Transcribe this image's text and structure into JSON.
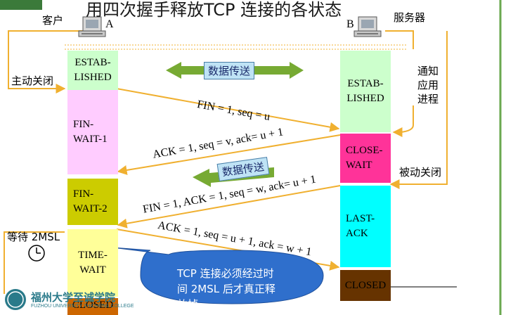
{
  "title": "用四次握手释放TCP 连接的各状态",
  "client": {
    "label": "客户",
    "host": "A"
  },
  "server": {
    "label": "服务器",
    "host": "B"
  },
  "side_labels": {
    "active_close": "主动关闭",
    "notify_app": [
      "通知",
      "应用",
      "进程"
    ],
    "passive_close": "被动关闭",
    "wait_2msl": "等待 2MSL"
  },
  "client_states": [
    {
      "lines": [
        "ESTAB-",
        "LISHED"
      ],
      "color": "#ccffcc"
    },
    {
      "lines": [
        "FIN-",
        "WAIT-1"
      ],
      "color": "#ffccff"
    },
    {
      "lines": [
        "FIN-",
        "WAIT-2"
      ],
      "color": "#cccc00"
    },
    {
      "lines": [
        "TIME-",
        "WAIT"
      ],
      "color": "#ffff99"
    },
    {
      "lines": [
        "CLOSED"
      ],
      "color": "#cc6600"
    }
  ],
  "server_states": [
    {
      "lines": [
        "ESTAB-",
        "LISHED"
      ],
      "color": "#ccffcc"
    },
    {
      "lines": [
        "CLOSE-",
        "WAIT"
      ],
      "color": "#ff3399"
    },
    {
      "lines": [
        "LAST-",
        "ACK"
      ],
      "color": "#00ffff"
    },
    {
      "lines": [
        "CLOSED"
      ],
      "color": "#663300"
    }
  ],
  "data_transfer": "数据传送",
  "messages": [
    "FIN = 1, seq = u",
    "ACK = 1, seq = v, ack= u + 1",
    "FIN = 1, ACK = 1, seq = w, ack= u + 1",
    "ACK = 1, seq = u + 1, ack = w + 1"
  ],
  "bubble": [
    "TCP 连接必须经过时",
    "间 2MSL 后才真正释",
    "放掉。"
  ],
  "logo": {
    "cn": "福州大学至诚学院",
    "en": "FUZHOU UNIVERSITY ZHICHENG COLLEGE"
  },
  "colors": {
    "arrow": "#f0b030",
    "dt_arrow": "#77aa33",
    "bubble": "#2f6fcc",
    "frame": "#f0b030",
    "logo": "#2a7a8a"
  }
}
